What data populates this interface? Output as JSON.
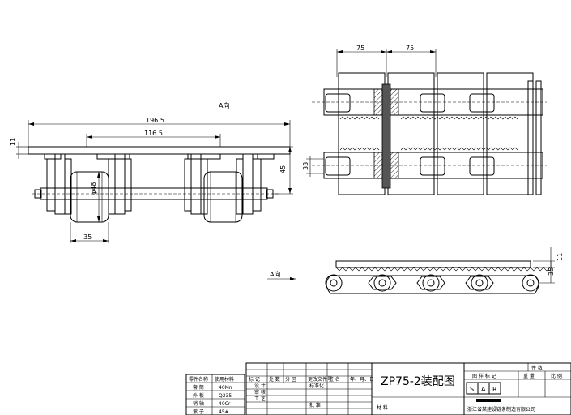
{
  "dimensions": {
    "front_overall": "196.5",
    "front_inner": "116.5",
    "plate_thickness": "11",
    "height": "45",
    "roller_dia": "φ48",
    "roller_width": "35",
    "pitch_left": "75",
    "pitch_right": "75",
    "center_offset": "33",
    "side_top": "11",
    "side_height": "35"
  },
  "view_labels": {
    "top_arrow": "A向",
    "side_arrow": "A向"
  },
  "title_block": {
    "drawing_title": "ZP75-2装配图",
    "sar": [
      "S",
      "A",
      "R"
    ],
    "company": "浙江省某建设链条制造有限公司",
    "material_label": "材 料",
    "header_cells": [
      "标 记",
      "处 数",
      "分 区",
      "更改文件号",
      "签 名",
      "年、月、日"
    ],
    "row_labels": [
      "设 计",
      "标准化",
      "审 核",
      "工 艺",
      "批 准"
    ],
    "right_headers": [
      "图 样 标 记",
      "重 量",
      "比 例"
    ],
    "count_label": "件 数",
    "parts_header": [
      "零件名称",
      "使用材料"
    ],
    "parts": [
      {
        "name": "套 筒",
        "material": "40Mn"
      },
      {
        "name": "外 板",
        "material": "Q235"
      },
      {
        "name": "销 轴",
        "material": "40Cr"
      },
      {
        "name": "滚 子",
        "material": "45#"
      }
    ]
  }
}
